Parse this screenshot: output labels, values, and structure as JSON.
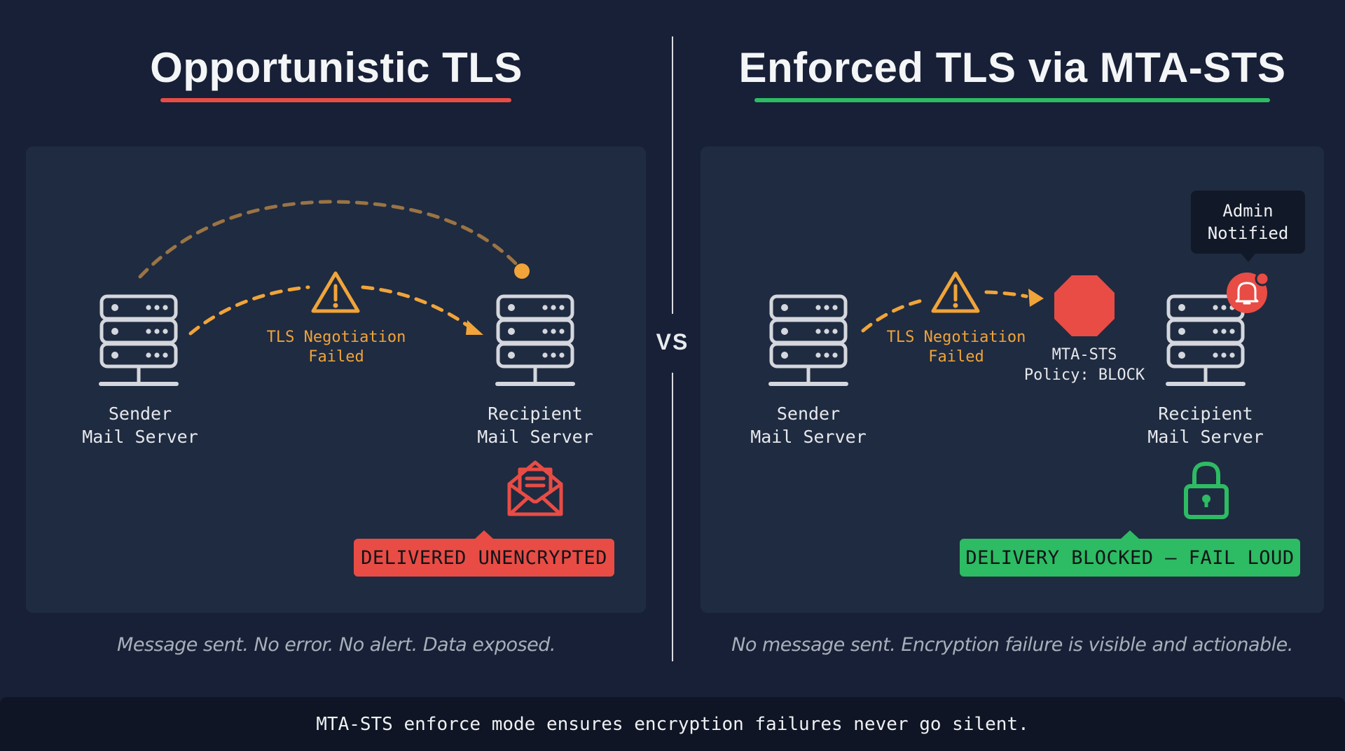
{
  "left": {
    "title": "Opportunistic TLS",
    "accent_color": "#e84c45",
    "sender_label": "Sender\nMail Server",
    "recipient_label": "Recipient\nMail Server",
    "warning_label": "TLS Negotiation\nFailed",
    "icon": "open-envelope-icon",
    "badge": "DELIVERED UNENCRYPTED",
    "caption": "Message sent. No error. No alert. Data exposed."
  },
  "vs_label": "VS",
  "right": {
    "title": "Enforced TLS via MTA-STS",
    "accent_color": "#2dbb63",
    "sender_label": "Sender\nMail Server",
    "recipient_label": "Recipient\nMail Server",
    "warning_label": "TLS Negotiation\nFailed",
    "policy_label": "MTA-STS\nPolicy: BLOCK",
    "tooltip_line1": "Admin",
    "tooltip_line2": "Notified",
    "icon": "padlock-icon",
    "badge": "DELIVERY BLOCKED — FAIL LOUD",
    "caption": "No message sent. Encryption failure is visible and actionable."
  },
  "footer": {
    "text": "MTA-STS enforce mode ensures encryption failures never go silent."
  },
  "colors": {
    "background": "#172036",
    "panel": "#1f2b40",
    "warning": "#f0a43a",
    "danger": "#e84c45",
    "success": "#2dbb63",
    "server_stroke": "#d4d7dd"
  }
}
